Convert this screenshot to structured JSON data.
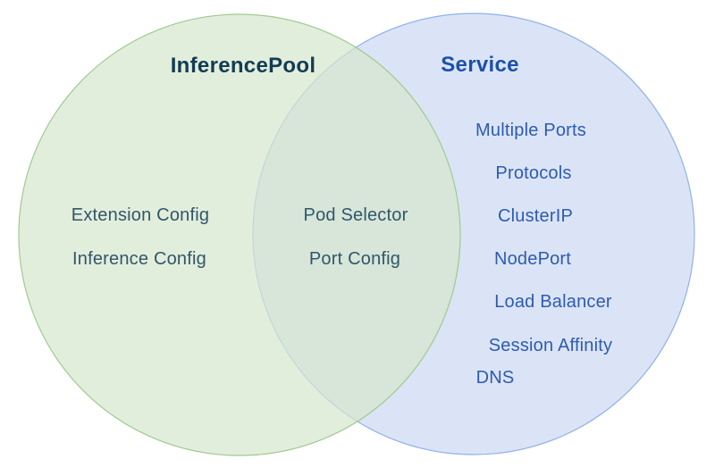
{
  "venn": {
    "left": {
      "title": "InferencePool",
      "items": [
        "Extension Config",
        "Inference Config"
      ]
    },
    "intersection": {
      "items": [
        "Pod Selector",
        "Port Config"
      ]
    },
    "right": {
      "title": "Service",
      "items": [
        "Multiple Ports",
        "Protocols",
        "ClusterIP",
        "NodePort",
        "Load Balancer",
        "Session Affinity",
        "DNS"
      ]
    },
    "colors": {
      "left_circle_fill": "#e2eedc",
      "left_circle_stroke": "#9fca90",
      "right_circle_fill": "#dbe4f6",
      "right_circle_stroke": "#8fb1ea",
      "overlap_fill": "#d7e6d9",
      "left_title_text": "#123c55",
      "left_items_text": "#31566a",
      "right_title_text": "#1b51a8",
      "right_items_text": "#2d5bb2"
    }
  }
}
